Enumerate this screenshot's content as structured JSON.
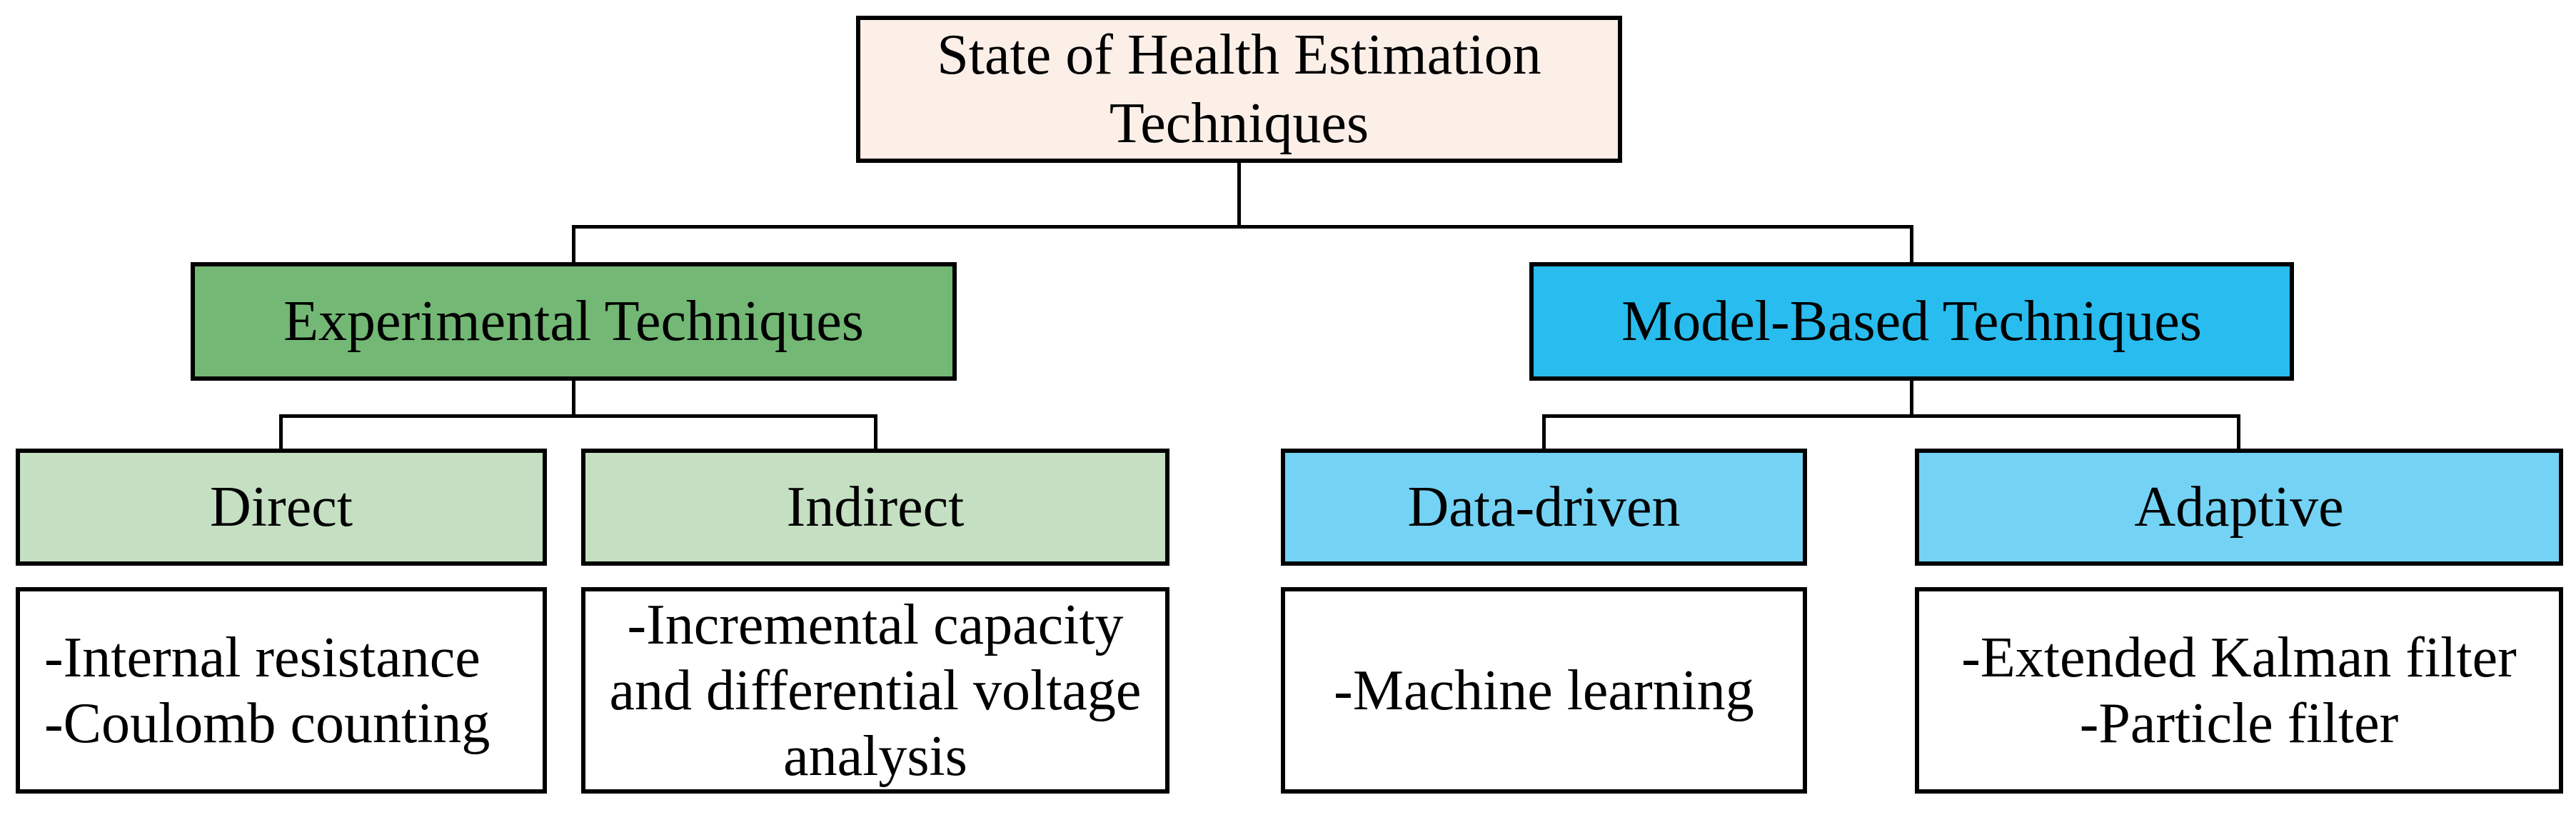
{
  "figure": {
    "background": "#ffffff",
    "line_color": "#000000"
  },
  "root": {
    "lines": [
      "State of Health Estimation",
      "Techniques"
    ],
    "fill": "#fbefe8"
  },
  "branches": {
    "experimental": {
      "label": "Experimental Techniques",
      "fill": "#73b875"
    },
    "model_based": {
      "label": "Model-Based Techniques",
      "fill": "#29bcee"
    }
  },
  "categories": {
    "direct": {
      "label": "Direct",
      "fill": "#c4dfc1"
    },
    "indirect": {
      "label": "Indirect",
      "fill": "#c4dfc1"
    },
    "data_driven": {
      "label": "Data-driven",
      "fill": "#74d3f4"
    },
    "adaptive": {
      "label": "Adaptive",
      "fill": "#74d3f4"
    }
  },
  "methods": {
    "direct": {
      "lines": [
        "-Internal resistance",
        "-Coulomb counting"
      ]
    },
    "indirect": {
      "lines": [
        "-Incremental capacity",
        "and differential voltage",
        "analysis"
      ]
    },
    "data_driven": {
      "lines": [
        "-Machine learning"
      ]
    },
    "adaptive": {
      "lines": [
        "-Extended Kalman filter",
        "-Particle filter"
      ]
    }
  }
}
